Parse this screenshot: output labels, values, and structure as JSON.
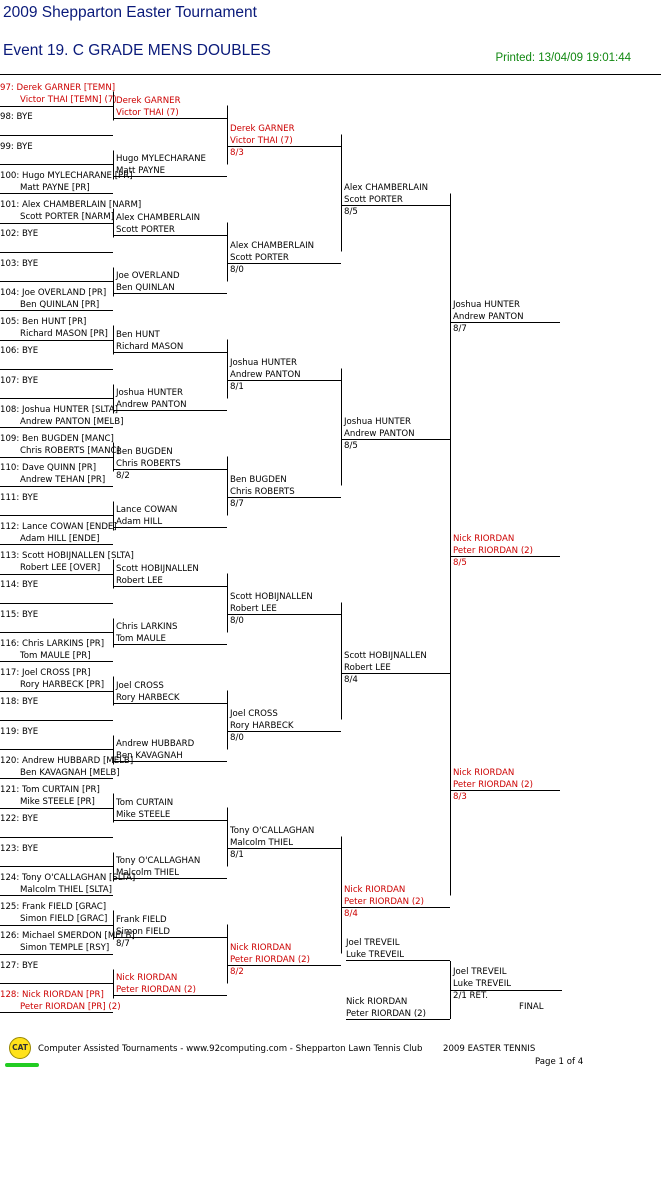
{
  "header": {
    "title": "2009 Shepparton Easter Tournament",
    "event": "Event 19. C GRADE MENS DOUBLES",
    "printed": "Printed: 13/04/09 19:01:44"
  },
  "colors": {
    "title": "#0a1a7a",
    "printed": "#118811",
    "seeded": "#cc0000",
    "line": "#000000"
  },
  "draw": {
    "round1": [
      {
        "line1": "97: Derek GARNER [TEMN]",
        "line2": "Victor THAI [TEMN] (7)",
        "red": true
      },
      {
        "line1": "98: BYE",
        "line2": ""
      },
      {
        "line1": "99: BYE",
        "line2": ""
      },
      {
        "line1": "100: Hugo MYLECHARANE [PR]",
        "line2": "Matt PAYNE [PR]"
      },
      {
        "line1": "101: Alex CHAMBERLAIN [NARM]",
        "line2": "Scott PORTER [NARM]"
      },
      {
        "line1": "102: BYE",
        "line2": ""
      },
      {
        "line1": "103: BYE",
        "line2": ""
      },
      {
        "line1": "104: Joe OVERLAND [PR]",
        "line2": "Ben QUINLAN [PR]"
      },
      {
        "line1": "105: Ben HUNT [PR]",
        "line2": "Richard MASON [PR]"
      },
      {
        "line1": "106: BYE",
        "line2": ""
      },
      {
        "line1": "107: BYE",
        "line2": ""
      },
      {
        "line1": "108: Joshua HUNTER [SLTA]",
        "line2": "Andrew PANTON [MELB]"
      },
      {
        "line1": "109: Ben BUGDEN [MANC]",
        "line2": "Chris ROBERTS [MANC]"
      },
      {
        "line1": "110: Dave QUINN [PR]",
        "line2": "Andrew TEHAN [PR]"
      },
      {
        "line1": "111: BYE",
        "line2": ""
      },
      {
        "line1": "112: Lance COWAN [ENDE]",
        "line2": "Adam HILL [ENDE]"
      },
      {
        "line1": "113: Scott HOBIJNALLEN [SLTA]",
        "line2": "Robert LEE [OVER]"
      },
      {
        "line1": "114: BYE",
        "line2": ""
      },
      {
        "line1": "115: BYE",
        "line2": ""
      },
      {
        "line1": "116: Chris LARKINS [PR]",
        "line2": "Tom MAULE [PR]"
      },
      {
        "line1": "117: Joel CROSS [PR]",
        "line2": "Rory HARBECK [PR]"
      },
      {
        "line1": "118: BYE",
        "line2": ""
      },
      {
        "line1": "119: BYE",
        "line2": ""
      },
      {
        "line1": "120: Andrew HUBBARD [MELB]",
        "line2": "Ben KAVAGNAH [MELB]"
      },
      {
        "line1": "121: Tom CURTAIN [PR]",
        "line2": "Mike STEELE [PR]"
      },
      {
        "line1": "122: BYE",
        "line2": ""
      },
      {
        "line1": "123: BYE",
        "line2": ""
      },
      {
        "line1": "124: Tony O'CALLAGHAN [SLTA]",
        "line2": "Malcolm THIEL [SLTA]"
      },
      {
        "line1": "125: Frank FIELD [GRAC]",
        "line2": "Simon FIELD [GRAC]"
      },
      {
        "line1": "126: Michael SMERDON [MELB]",
        "line2": "Simon TEMPLE [RSY]"
      },
      {
        "line1": "127: BYE",
        "line2": ""
      },
      {
        "line1": "128: Nick RIORDAN [PR]",
        "line2": "Peter RIORDAN [PR] (2)",
        "red": true
      }
    ],
    "round2": [
      {
        "line1": "Derek GARNER",
        "line2": "Victor THAI (7)",
        "score": "",
        "red": true
      },
      {
        "line1": "Hugo MYLECHARANE",
        "line2": "Matt PAYNE",
        "score": ""
      },
      {
        "line1": "Alex CHAMBERLAIN",
        "line2": "Scott PORTER",
        "score": ""
      },
      {
        "line1": "Joe OVERLAND",
        "line2": "Ben QUINLAN",
        "score": ""
      },
      {
        "line1": "Ben HUNT",
        "line2": "Richard MASON",
        "score": ""
      },
      {
        "line1": "Joshua HUNTER",
        "line2": "Andrew PANTON",
        "score": ""
      },
      {
        "line1": "Ben BUGDEN",
        "line2": "Chris ROBERTS",
        "score": "8/2"
      },
      {
        "line1": "Lance COWAN",
        "line2": "Adam HILL",
        "score": ""
      },
      {
        "line1": "Scott HOBIJNALLEN",
        "line2": "Robert LEE",
        "score": ""
      },
      {
        "line1": "Chris LARKINS",
        "line2": "Tom MAULE",
        "score": ""
      },
      {
        "line1": "Joel CROSS",
        "line2": "Rory HARBECK",
        "score": ""
      },
      {
        "line1": "Andrew HUBBARD",
        "line2": "Ben KAVAGNAH",
        "score": ""
      },
      {
        "line1": "Tom CURTAIN",
        "line2": "Mike STEELE",
        "score": ""
      },
      {
        "line1": "Tony O'CALLAGHAN",
        "line2": "Malcolm THIEL",
        "score": ""
      },
      {
        "line1": "Frank FIELD",
        "line2": "Simon FIELD",
        "score": "8/7"
      },
      {
        "line1": "Nick RIORDAN",
        "line2": "Peter RIORDAN (2)",
        "score": "",
        "red": true
      }
    ],
    "round3": [
      {
        "line1": "Derek GARNER",
        "line2": "Victor THAI (7)",
        "score": "8/3",
        "red": true
      },
      {
        "line1": "Alex CHAMBERLAIN",
        "line2": "Scott PORTER",
        "score": "8/0"
      },
      {
        "line1": "Joshua HUNTER",
        "line2": "Andrew PANTON",
        "score": "8/1"
      },
      {
        "line1": "Ben BUGDEN",
        "line2": "Chris ROBERTS",
        "score": "8/7"
      },
      {
        "line1": "Scott HOBIJNALLEN",
        "line2": "Robert LEE",
        "score": "8/0"
      },
      {
        "line1": "Joel CROSS",
        "line2": "Rory HARBECK",
        "score": "8/0"
      },
      {
        "line1": "Tony O'CALLAGHAN",
        "line2": "Malcolm THIEL",
        "score": "8/1"
      },
      {
        "line1": "Nick RIORDAN",
        "line2": "Peter RIORDAN (2)",
        "score": "8/2",
        "red": true
      }
    ],
    "round4": [
      {
        "line1": "Alex CHAMBERLAIN",
        "line2": "Scott PORTER",
        "score": "8/5"
      },
      {
        "line1": "Joshua HUNTER",
        "line2": "Andrew PANTON",
        "score": "8/5"
      },
      {
        "line1": "Scott HOBIJNALLEN",
        "line2": "Robert LEE",
        "score": "8/4"
      },
      {
        "line1": "Nick RIORDAN",
        "line2": "Peter RIORDAN (2)",
        "score": "8/4",
        "red": true
      }
    ],
    "round5": [
      {
        "line1": "Joshua HUNTER",
        "line2": "Andrew PANTON",
        "score": "8/7"
      },
      {
        "line1": "Nick RIORDAN",
        "line2": "Peter RIORDAN (2)",
        "score": "8/3",
        "red": true
      }
    ],
    "round6": [
      {
        "line1": "Nick RIORDAN",
        "line2": "Peter RIORDAN (2)",
        "score": "8/5",
        "red": true
      }
    ],
    "final": {
      "top": {
        "line1": "Joel TREVEIL",
        "line2": "Luke TREVEIL"
      },
      "bottom": {
        "line1": "Nick RIORDAN",
        "line2": "Peter RIORDAN (2)"
      },
      "winner": {
        "line1": "Joel TREVEIL",
        "line2": "Luke TREVEIL",
        "score": "2/1 RET."
      },
      "label": "FINAL"
    }
  },
  "footer": {
    "logo_text": "CAT",
    "credit": "Computer Assisted Tournaments - www.92computing.com -  Shepparton Lawn Tennis Club",
    "event": "2009 EASTER TENNIS",
    "page": "Page 1 of 4"
  }
}
